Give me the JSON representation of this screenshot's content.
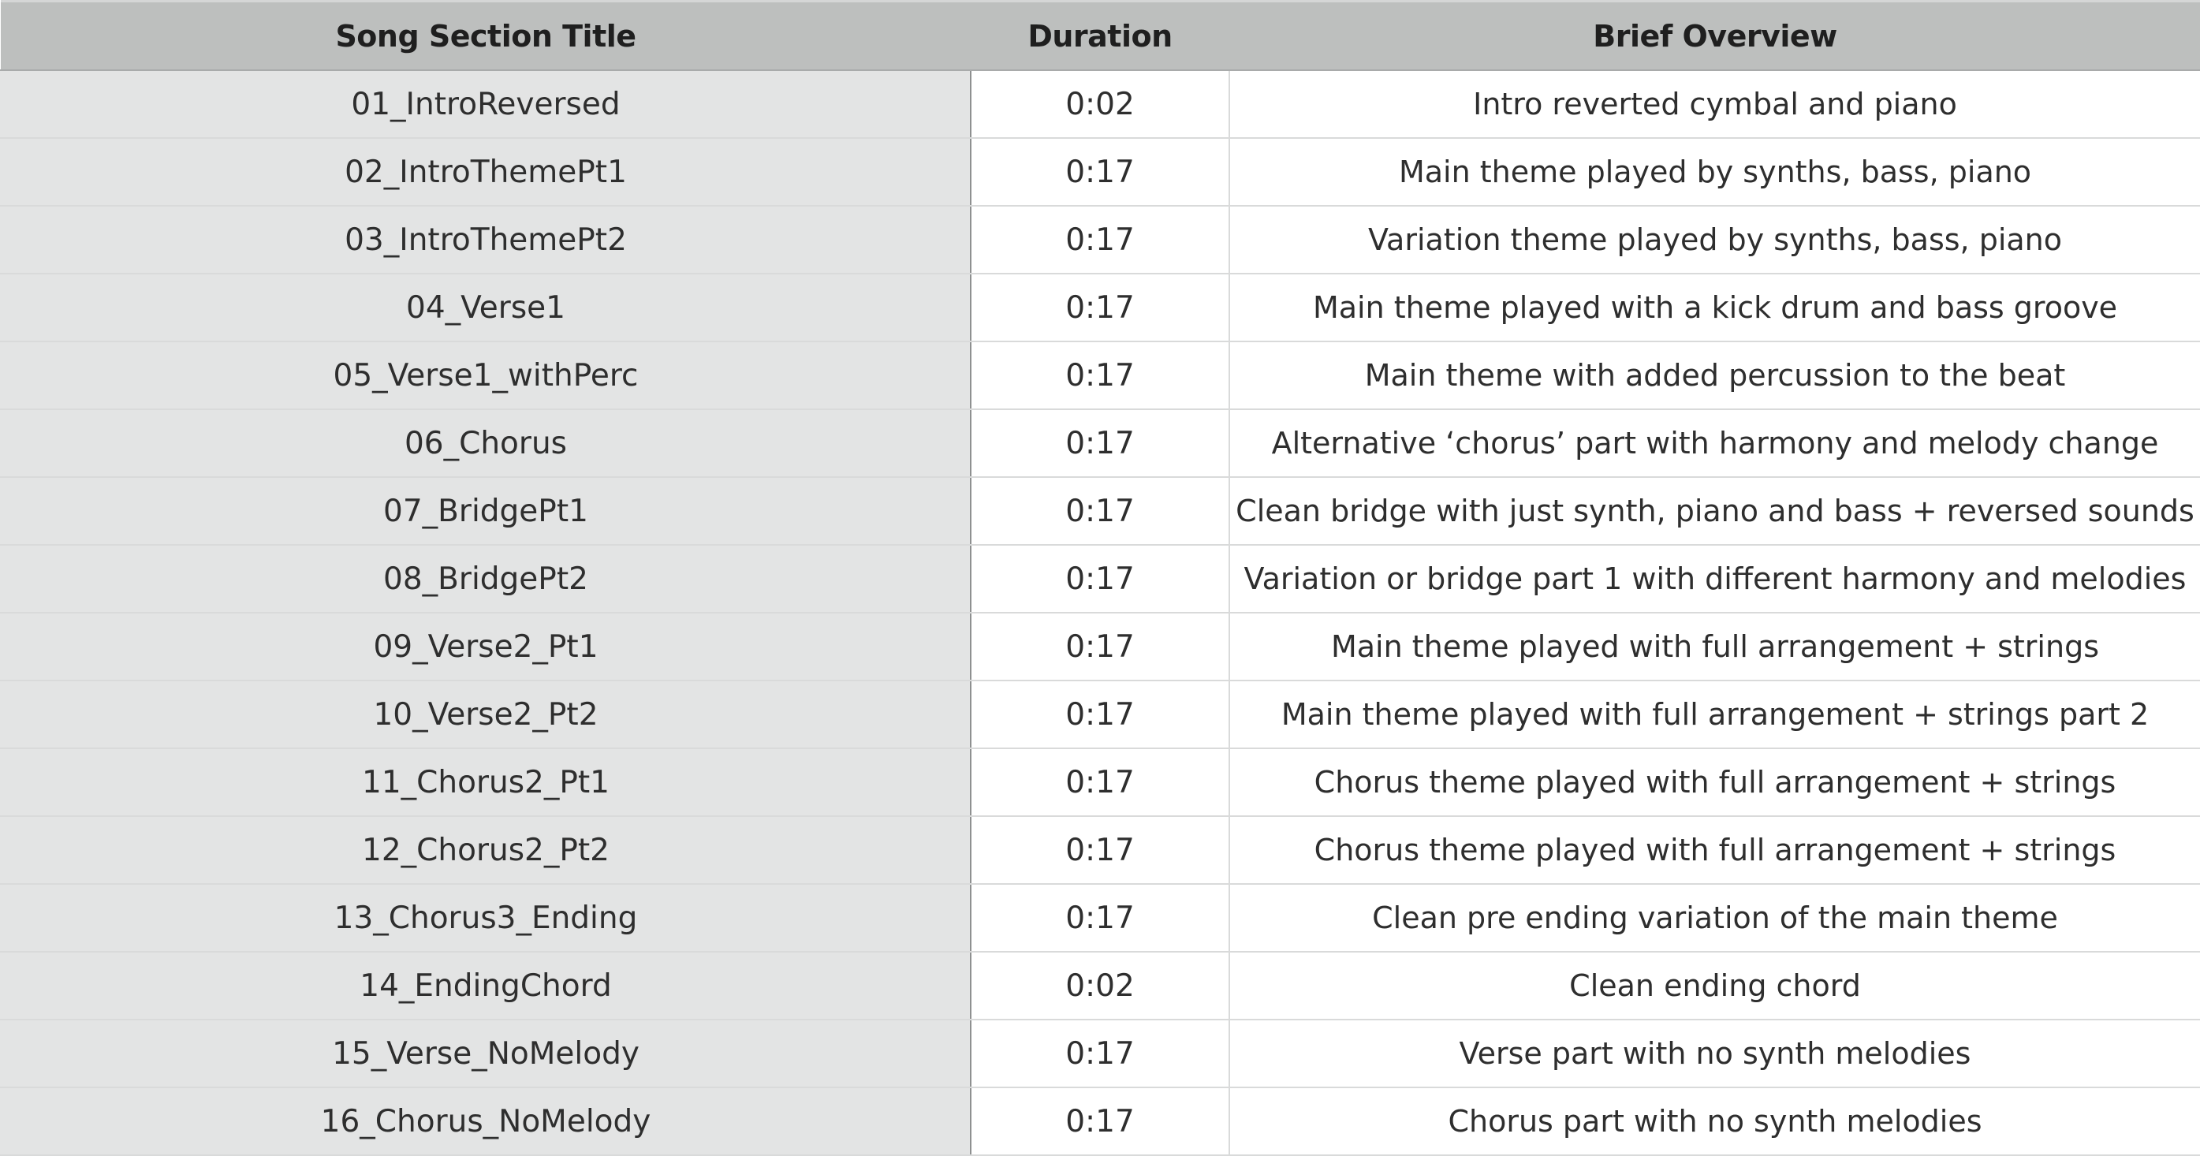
{
  "table": {
    "headers": {
      "title": "Song Section Title",
      "duration": "Duration",
      "overview": "Brief Overview"
    },
    "rows": [
      {
        "title": "01_IntroReversed",
        "duration": "0:02",
        "overview": "Intro reverted cymbal and piano"
      },
      {
        "title": "02_IntroThemePt1",
        "duration": "0:17",
        "overview": "Main theme played by synths, bass, piano"
      },
      {
        "title": "03_IntroThemePt2",
        "duration": "0:17",
        "overview": "Variation theme played by synths, bass, piano"
      },
      {
        "title": "04_Verse1",
        "duration": "0:17",
        "overview": "Main theme played with a kick drum and bass groove"
      },
      {
        "title": "05_Verse1_withPerc",
        "duration": "0:17",
        "overview": "Main theme with added percussion to the beat"
      },
      {
        "title": "06_Chorus",
        "duration": "0:17",
        "overview": "Alternative ‘chorus’ part with harmony and melody change"
      },
      {
        "title": "07_BridgePt1",
        "duration": "0:17",
        "overview": "Clean bridge with just synth, piano and bass + reversed sounds"
      },
      {
        "title": "08_BridgePt2",
        "duration": "0:17",
        "overview": "Variation or bridge part 1 with different harmony and melodies"
      },
      {
        "title": "09_Verse2_Pt1",
        "duration": "0:17",
        "overview": "Main theme played with full arrangement + strings"
      },
      {
        "title": "10_Verse2_Pt2",
        "duration": "0:17",
        "overview": "Main theme played with full arrangement + strings part 2"
      },
      {
        "title": "11_Chorus2_Pt1",
        "duration": "0:17",
        "overview": "Chorus theme played with full arrangement + strings"
      },
      {
        "title": "12_Chorus2_Pt2",
        "duration": "0:17",
        "overview": "Chorus theme played with full arrangement + strings"
      },
      {
        "title": "13_Chorus3_Ending",
        "duration": "0:17",
        "overview": "Clean pre ending variation of the main theme"
      },
      {
        "title": "14_EndingChord",
        "duration": "0:02",
        "overview": "Clean ending chord"
      },
      {
        "title": "15_Verse_NoMelody",
        "duration": "0:17",
        "overview": "Verse part with no synth melodies"
      },
      {
        "title": "16_Chorus_NoMelody",
        "duration": "0:17",
        "overview": "Chorus part with no synth melodies"
      }
    ]
  }
}
